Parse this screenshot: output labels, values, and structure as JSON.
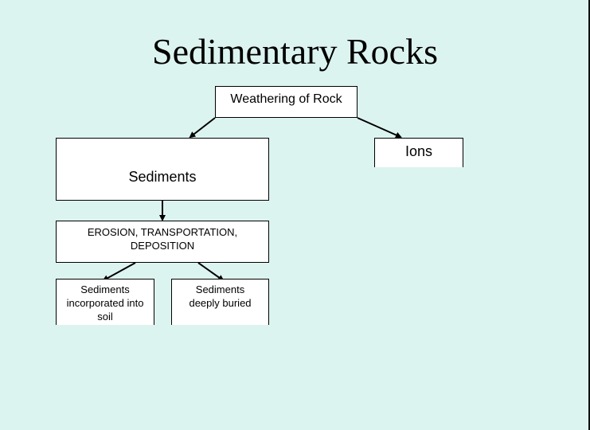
{
  "title": "Sedimentary Rocks",
  "nodes": {
    "weathering": "Weathering of Rock",
    "sediments": "Sediments",
    "ions": "Ions",
    "erosion_line1": "EROSION, TRANSPORTATION,",
    "erosion_line2": "DEPOSITION",
    "soil_line1": "Sediments",
    "soil_line2": "incorporated into",
    "soil_line3": "soil",
    "buried_line1": "Sediments",
    "buried_line2": "deeply buried"
  },
  "colors": {
    "background": "#dcf4f0",
    "box": "#ffffff",
    "line": "#000000"
  }
}
